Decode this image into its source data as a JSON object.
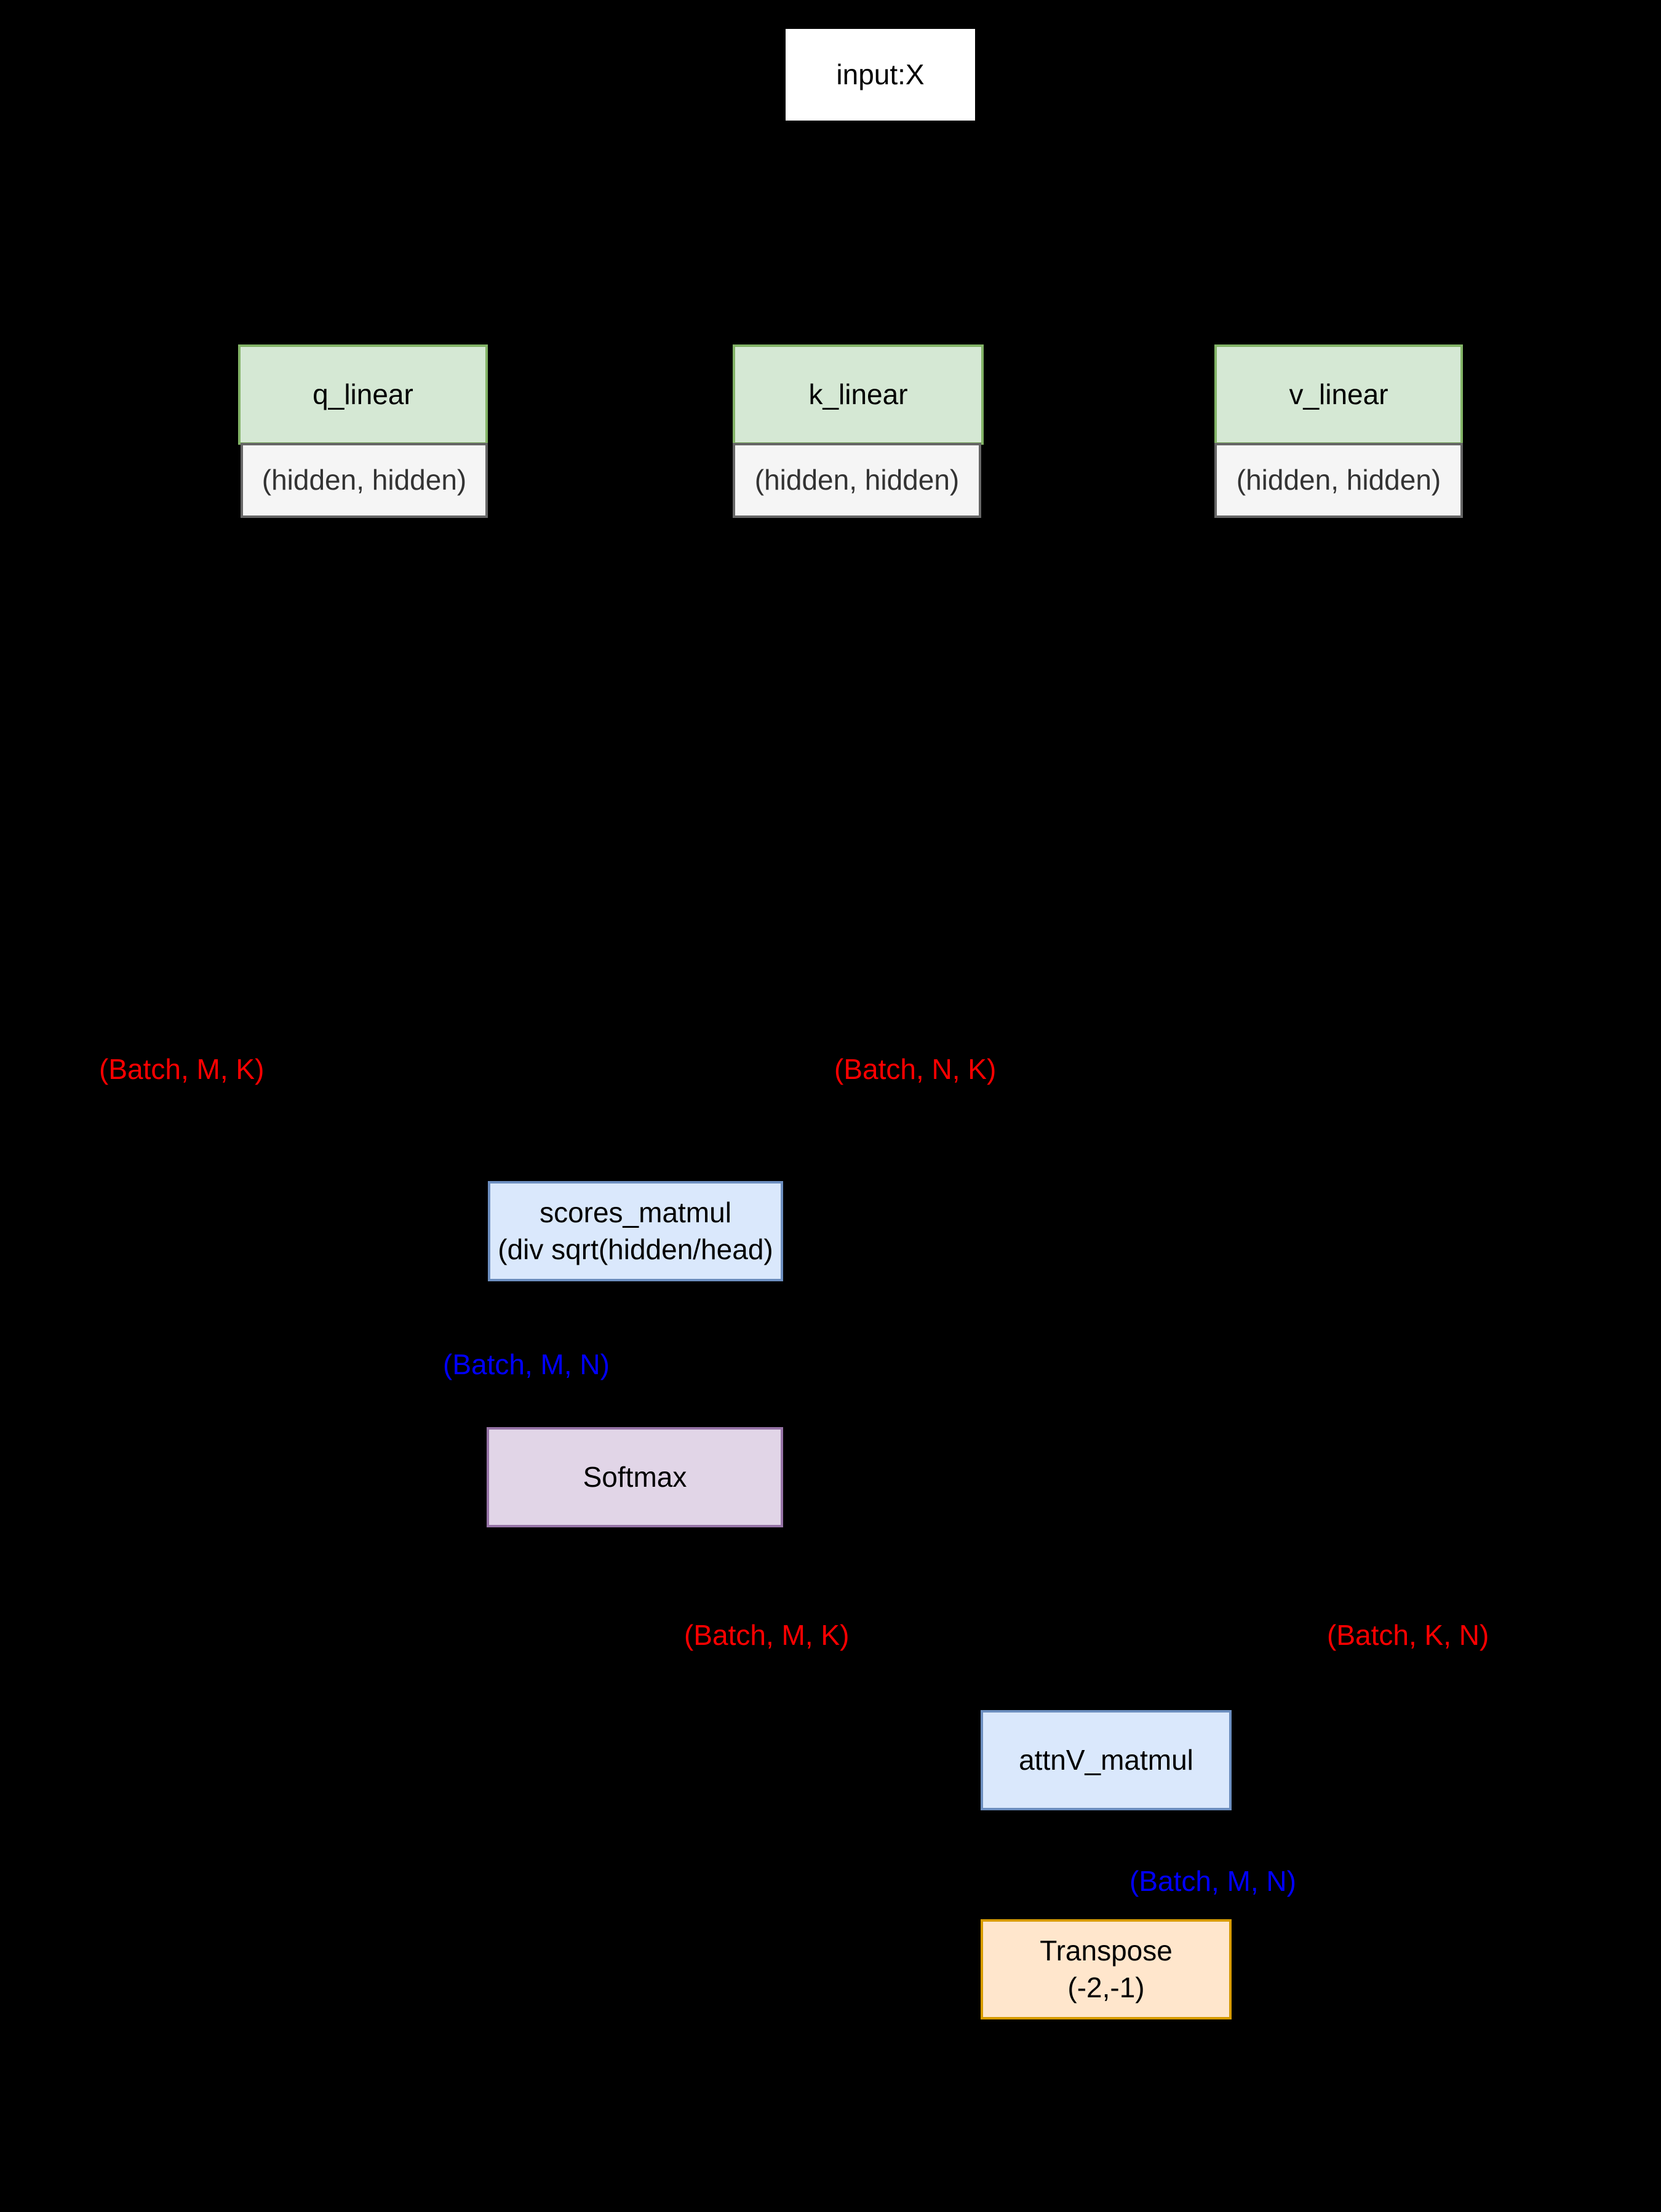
{
  "nodes": {
    "input": "input:X",
    "q_linear": "q_linear",
    "q_weight": "(hidden, hidden)",
    "k_linear": "k_linear",
    "k_weight": "(hidden, hidden)",
    "v_linear": "v_linear",
    "v_weight": "(hidden, hidden)",
    "scores_matmul": "scores_matmul\n(div sqrt(hidden/head)",
    "softmax": "Softmax",
    "attnv_matmul": "attnV_matmul",
    "transpose": "Transpose\n(-2,-1)"
  },
  "shapes": {
    "q_out": "(Batch, M, K)",
    "k_out": "(Batch, N, K)",
    "scores_out": "(Batch, M, N)",
    "attn_in": "(Batch, M, K)",
    "v_in": "(Batch, K, N)",
    "attnv_out": "(Batch, M, N)"
  },
  "colors": {
    "background": "#000000",
    "input_box": "#ffffff",
    "linear_fill": "#d5e8d4",
    "linear_border": "#82b366",
    "weight_fill": "#f5f5f5",
    "weight_border": "#666666",
    "matmul_fill": "#dae8fc",
    "matmul_border": "#6c8ebf",
    "softmax_fill": "#e1d5e7",
    "softmax_border": "#9673a6",
    "transpose_fill": "#ffe6cc",
    "transpose_border": "#d79b00",
    "shape_red": "#ff0000",
    "shape_blue": "#0000ff"
  }
}
